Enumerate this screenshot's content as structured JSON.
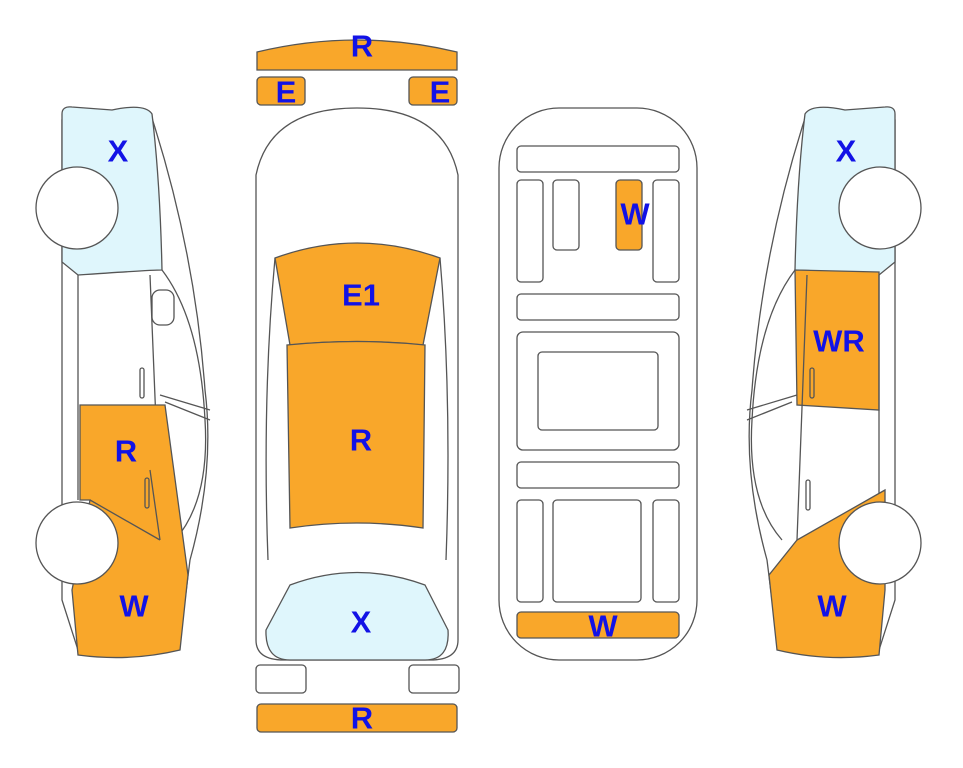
{
  "colors": {
    "damage": "#F9A72A",
    "glass": "#DFF6FC",
    "label": "#1212E6"
  },
  "left_side": {
    "rear_glass": "X",
    "door": "R",
    "front": "W"
  },
  "top_view": {
    "rear_bumper": "R",
    "lamp_left": "E",
    "lamp_right": "E",
    "windshield": "E1",
    "roof": "R",
    "rear_window": "X",
    "front_bumper": "R"
  },
  "underside": {
    "part_top": "W",
    "part_bottom": "W"
  },
  "right_side": {
    "rear_glass": "X",
    "door": "WR",
    "front": "W"
  }
}
